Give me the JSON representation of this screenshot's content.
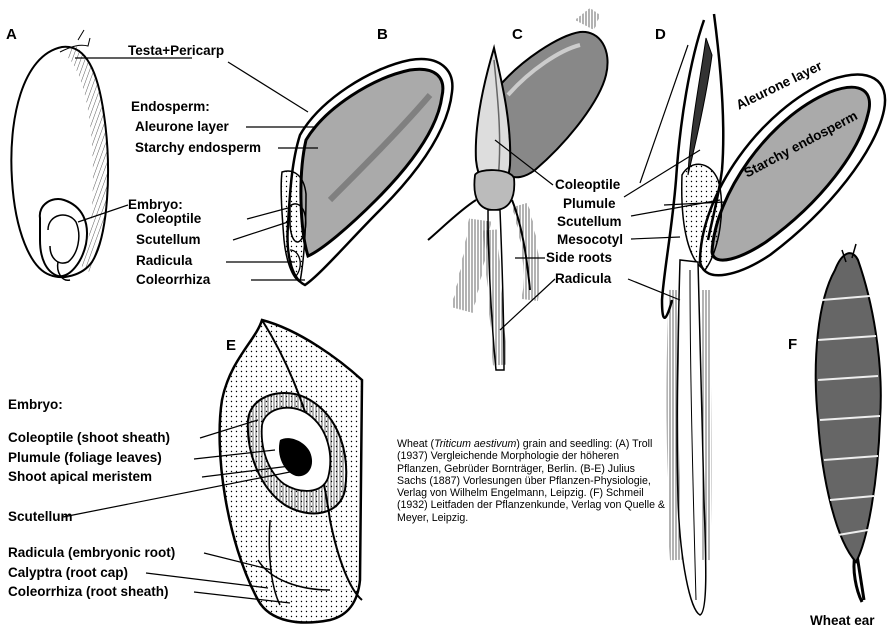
{
  "panels": {
    "a": "A",
    "b": "B",
    "c": "C",
    "d": "D",
    "e": "E",
    "f": "F"
  },
  "labels": {
    "testa_pericarp": "Testa+Pericarp",
    "endosperm": "Endosperm:",
    "aleurone_b": "Aleurone layer",
    "starchy_b": "Starchy endosperm",
    "embryo_b": "Embryo:",
    "coleoptile_b": "Coleoptile",
    "scutellum_b": "Scutellum",
    "radicula_b": "Radicula",
    "coleorrhiza_b": "Coleorrhiza",
    "coleoptile_cd": "Coleoptile",
    "plumule_d": "Plumule",
    "scutellum_d": "Scutellum",
    "mesocotyl_d": "Mesocotyl",
    "side_roots_c": "Side roots",
    "radicula_cd": "Radicula",
    "aleurone_d": "Aleurone layer",
    "starchy_d": "Starchy endosperm",
    "wheat_ear": "Wheat ear"
  },
  "embryo_e": {
    "title": "Embryo:",
    "coleoptile": "Coleoptile (shoot sheath)",
    "plumule": "Plumule (foliage leaves)",
    "sam": "Shoot apical meristem",
    "scutellum": "Scutellum",
    "radicula": "Radicula (embryonic root)",
    "calyptra": "Calyptra (root cap)",
    "coleorrhiza": "Coleorrhiza (root sheath)"
  },
  "caption": {
    "lead": "Wheat (",
    "species": "Triticum aestivum",
    "rest": ") grain and seedling: (A) Troll (1937) Vergleichende Morphologie der höheren Pflanzen, Gebrüder Bornträger, Berlin. (B-E) Julius Sachs (1887) Vorlesungen über Pflanzen-Physiologie, Verlag von Wilhelm Engelmann, Leipzig. (F) Schmeil (1932) Leitfaden der Pflanzenkunde, Verlag von Quelle & Meyer, Leipzig."
  },
  "colors": {
    "endosperm_fill": "#aaaaaa",
    "line": "#000000"
  }
}
